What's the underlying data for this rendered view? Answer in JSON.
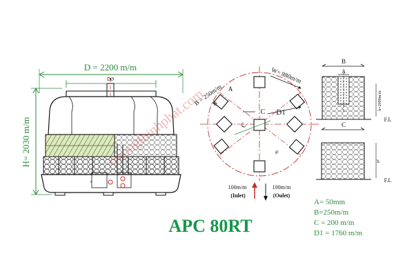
{
  "colors": {
    "dimension_green": "#2c8a3a",
    "title_green": "#17964a",
    "centerline_red": "#c42a2a",
    "outline_black": "#111111",
    "watermark_red": "#d2302f"
  },
  "front_view": {
    "width_label": "D = 2200 m/m",
    "height_label": "H= 2030 m/m",
    "top_label": "DØ"
  },
  "plan_view": {
    "w_label": "W= 880m/m",
    "b_label": "B = 250m/m",
    "b_short": "B",
    "a_label": "A",
    "c_label": "C",
    "c_label_2": "C",
    "d1_label": "D1",
    "dim_small": "40"
  },
  "flow": {
    "inlet_size": "100m/m",
    "inlet_label": "(Inlet)",
    "outlet_size": "100m/m",
    "outlet_label": "(Oulet)"
  },
  "detail_top": {
    "b_label": "B",
    "a_label": "A",
    "h_label": "h=2000m/m",
    "fl_label": "F.L"
  },
  "detail_bottom": {
    "c_label": "C",
    "h_label": "h",
    "fl_label": "F.L"
  },
  "model_title": "APC 80RT",
  "specs": [
    "A= 50mm",
    "B=250m/m",
    "C = 200 m/m",
    "D1 = 1760 m/m"
  ],
  "watermark": "truongthinhphat.com"
}
